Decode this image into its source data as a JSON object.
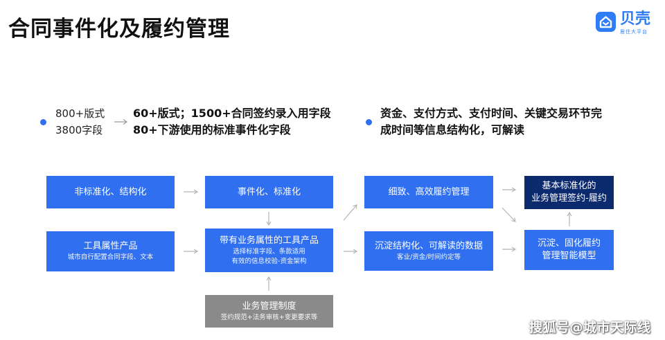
{
  "title": "合同事件化及履约管理",
  "logo": {
    "name": "贝壳",
    "tagline": "居住大平台"
  },
  "top_left": {
    "left_lines": [
      "800+版式",
      "3800字段"
    ],
    "right_lines": [
      "60+版式；1500+合同签约录入用字段",
      "80+下游使用的标准事件化字段"
    ]
  },
  "top_right": {
    "lines": [
      "资金、支付方式、支付时间、关键交易环节完",
      "成时间等信息结构化，可解读"
    ]
  },
  "boxes": {
    "nonstandard": {
      "title": "非标准化、结构化"
    },
    "tool_product": {
      "title": "工具属性产品",
      "sub": "城市自行配置合同字段、文本"
    },
    "eventized": {
      "title": "事件化、标准化"
    },
    "biz_tool": {
      "title": "带有业务属性的工具产品",
      "sub1": "选择标准字段、条款适用",
      "sub2": "有效的信息校验-资金架构"
    },
    "biz_mgmt": {
      "title": "业务管理制度",
      "sub": "签约规范+法务审核+变更要求等"
    },
    "fine": {
      "title": "细致、高效履约管理"
    },
    "sediment": {
      "title": "沉淀结构化、可解读的数据",
      "sub": "客业/资金/时间约定等"
    },
    "basic": {
      "title1": "基本标准化的",
      "title2": "业务管理签约-履约"
    },
    "solidify": {
      "title1": "沉淀、固化履约",
      "title2": "管理智能模型"
    }
  },
  "watermark": "搜狐号@城市天际线",
  "colors": {
    "blue": "#2f6ff0",
    "navy": "#0c2a6e",
    "gray": "#8a8a8a",
    "arrow": "#b5b5b5"
  }
}
